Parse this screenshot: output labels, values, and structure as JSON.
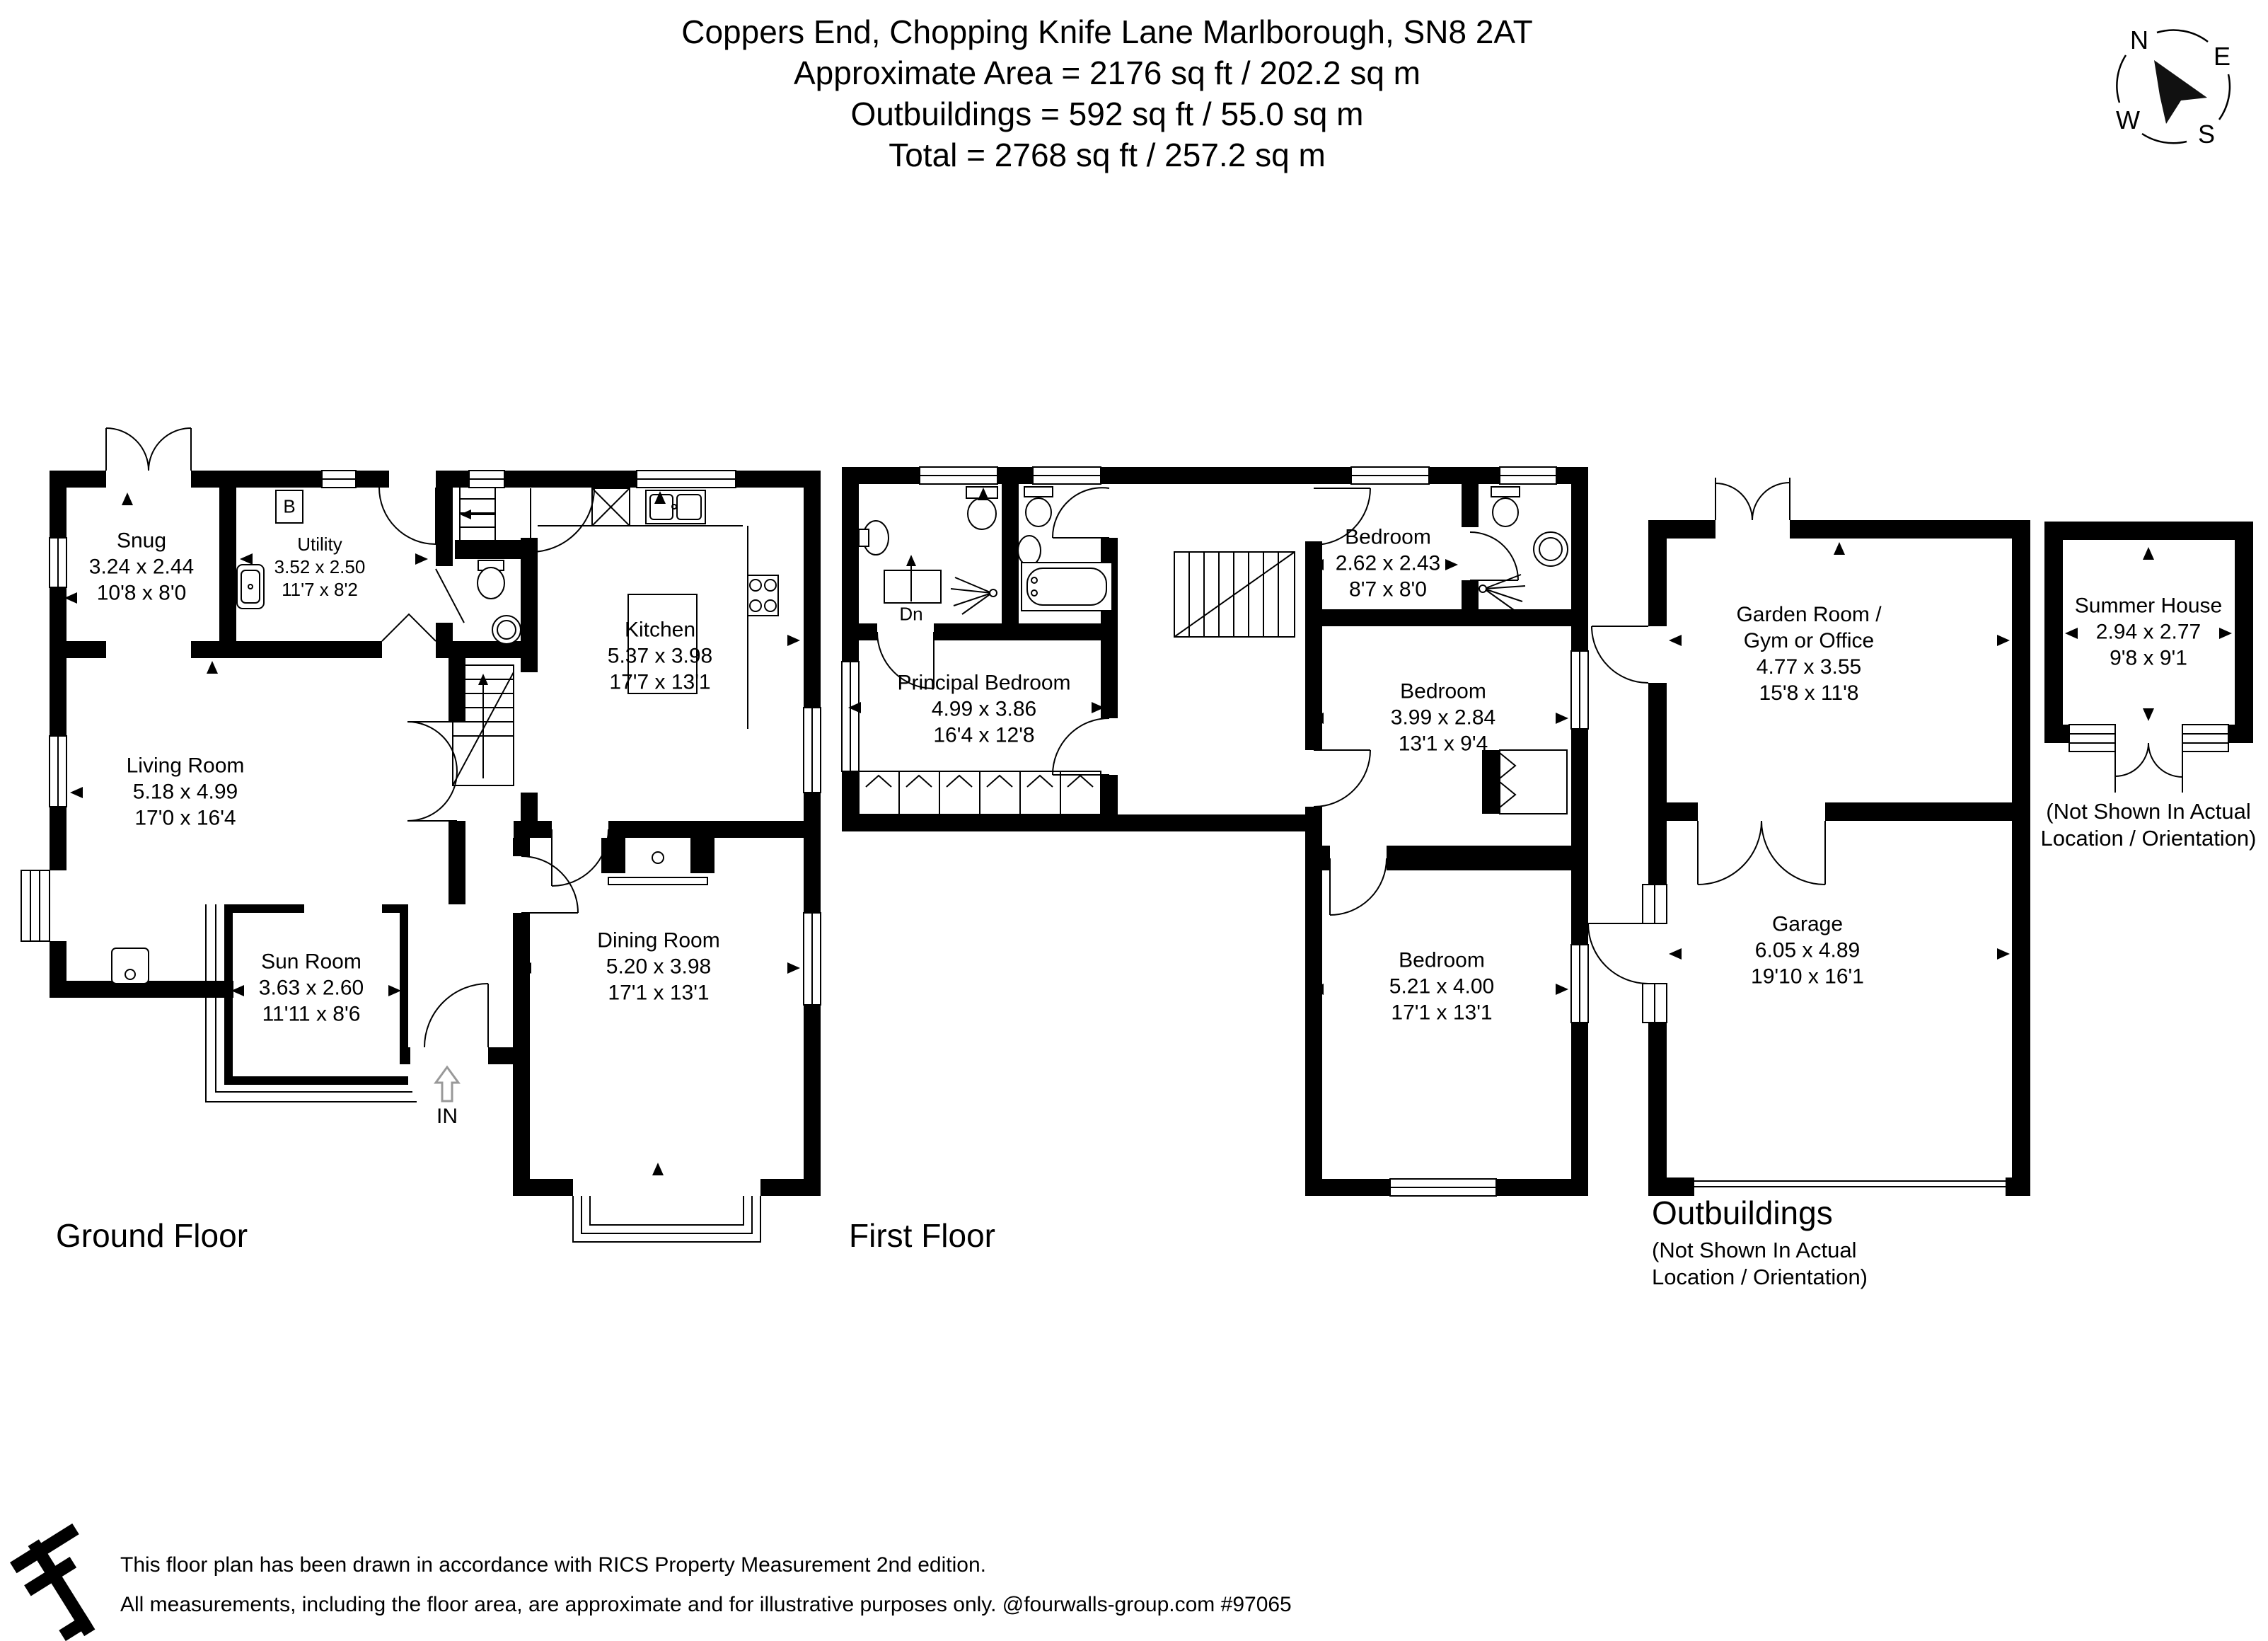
{
  "header": {
    "address": "Coppers End, Chopping Knife Lane Marlborough, SN8 2AT",
    "approx_area": "Approximate Area = 2176 sq ft / 202.2 sq m",
    "outbuildings_area": "Outbuildings = 592 sq ft / 55.0 sq m",
    "total_area": "Total = 2768 sq ft / 257.2 sq m"
  },
  "compass": {
    "north": "N",
    "east": "E",
    "south": "S",
    "west": "W"
  },
  "ground_floor": {
    "label": "Ground Floor",
    "entrance": "IN",
    "boiler": "B",
    "rooms": {
      "snug": {
        "name": "Snug",
        "metric": "3.24 x 2.44",
        "imperial": "10'8 x 8'0"
      },
      "utility": {
        "name": "Utility",
        "metric": "3.52 x 2.50",
        "imperial": "11'7 x 8'2"
      },
      "kitchen": {
        "name": "Kitchen",
        "metric": "5.37 x 3.98",
        "imperial": "17'7 x 13'1"
      },
      "living_room": {
        "name": "Living Room",
        "metric": "5.18 x 4.99",
        "imperial": "17'0 x 16'4"
      },
      "sun_room": {
        "name": "Sun Room",
        "metric": "3.63 x 2.60",
        "imperial": "11'11 x 8'6"
      },
      "dining_room": {
        "name": "Dining Room",
        "metric": "5.20 x 3.98",
        "imperial": "17'1 x 13'1"
      }
    }
  },
  "first_floor": {
    "label": "First Floor",
    "stairs": "Dn",
    "rooms": {
      "principal_bedroom": {
        "name": "Principal Bedroom",
        "metric": "4.99 x 3.86",
        "imperial": "16'4 x 12'8"
      },
      "bedroom_small": {
        "name": "Bedroom",
        "metric": "2.62 x 2.43",
        "imperial": "8'7 x 8'0"
      },
      "bedroom_middle": {
        "name": "Bedroom",
        "metric": "3.99 x 2.84",
        "imperial": "13'1 x 9'4"
      },
      "bedroom_large": {
        "name": "Bedroom",
        "metric": "5.21 x 4.00",
        "imperial": "17'1 x 13'1"
      }
    }
  },
  "outbuildings": {
    "label": "Outbuildings",
    "note_line1": "(Not Shown In Actual",
    "note_line2": "Location / Orientation)",
    "rooms": {
      "garden_room": {
        "name_line1": "Garden Room /",
        "name_line2": "Gym or Office",
        "metric": "4.77 x 3.55",
        "imperial": "15'8 x 11'8"
      },
      "garage": {
        "name": "Garage",
        "metric": "6.05 x 4.89",
        "imperial": "19'10 x 16'1"
      }
    }
  },
  "summer_house": {
    "room": {
      "name": "Summer House",
      "metric": "2.94 x 2.77",
      "imperial": "9'8 x 9'1"
    },
    "note_line1": "(Not Shown In Actual",
    "note_line2": "Location / Orientation)"
  },
  "footer": {
    "line1": "This floor plan has been drawn in accordance with RICS Property Measurement 2nd edition.",
    "line2": "All measurements, including the floor area, are approximate and for illustrative purposes only. @fourwalls-group.com #97065"
  },
  "colors": {
    "ink": "#000000",
    "paper": "#ffffff"
  }
}
